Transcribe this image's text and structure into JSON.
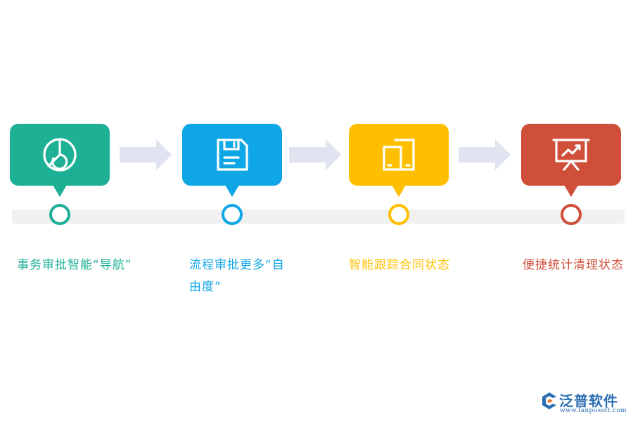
{
  "steps": [
    {
      "icon": "timer-circle-icon",
      "color": "#1db095",
      "label": "事务审批智能“导航”"
    },
    {
      "icon": "save-document-icon",
      "color": "#0fa6e6",
      "label": "流程审批更多“自由度”"
    },
    {
      "icon": "copy-document-icon",
      "color": "#ffbf00",
      "label": "智能跟踪合同状态"
    },
    {
      "icon": "presentation-chart-icon",
      "color": "#cf4f3b",
      "label": "便捷统计清理状态"
    }
  ],
  "connector_color": "#e0e3f0",
  "logo": {
    "text": "泛普软件",
    "url": "www.fanpusoft.com",
    "color": "#2a6db3"
  }
}
